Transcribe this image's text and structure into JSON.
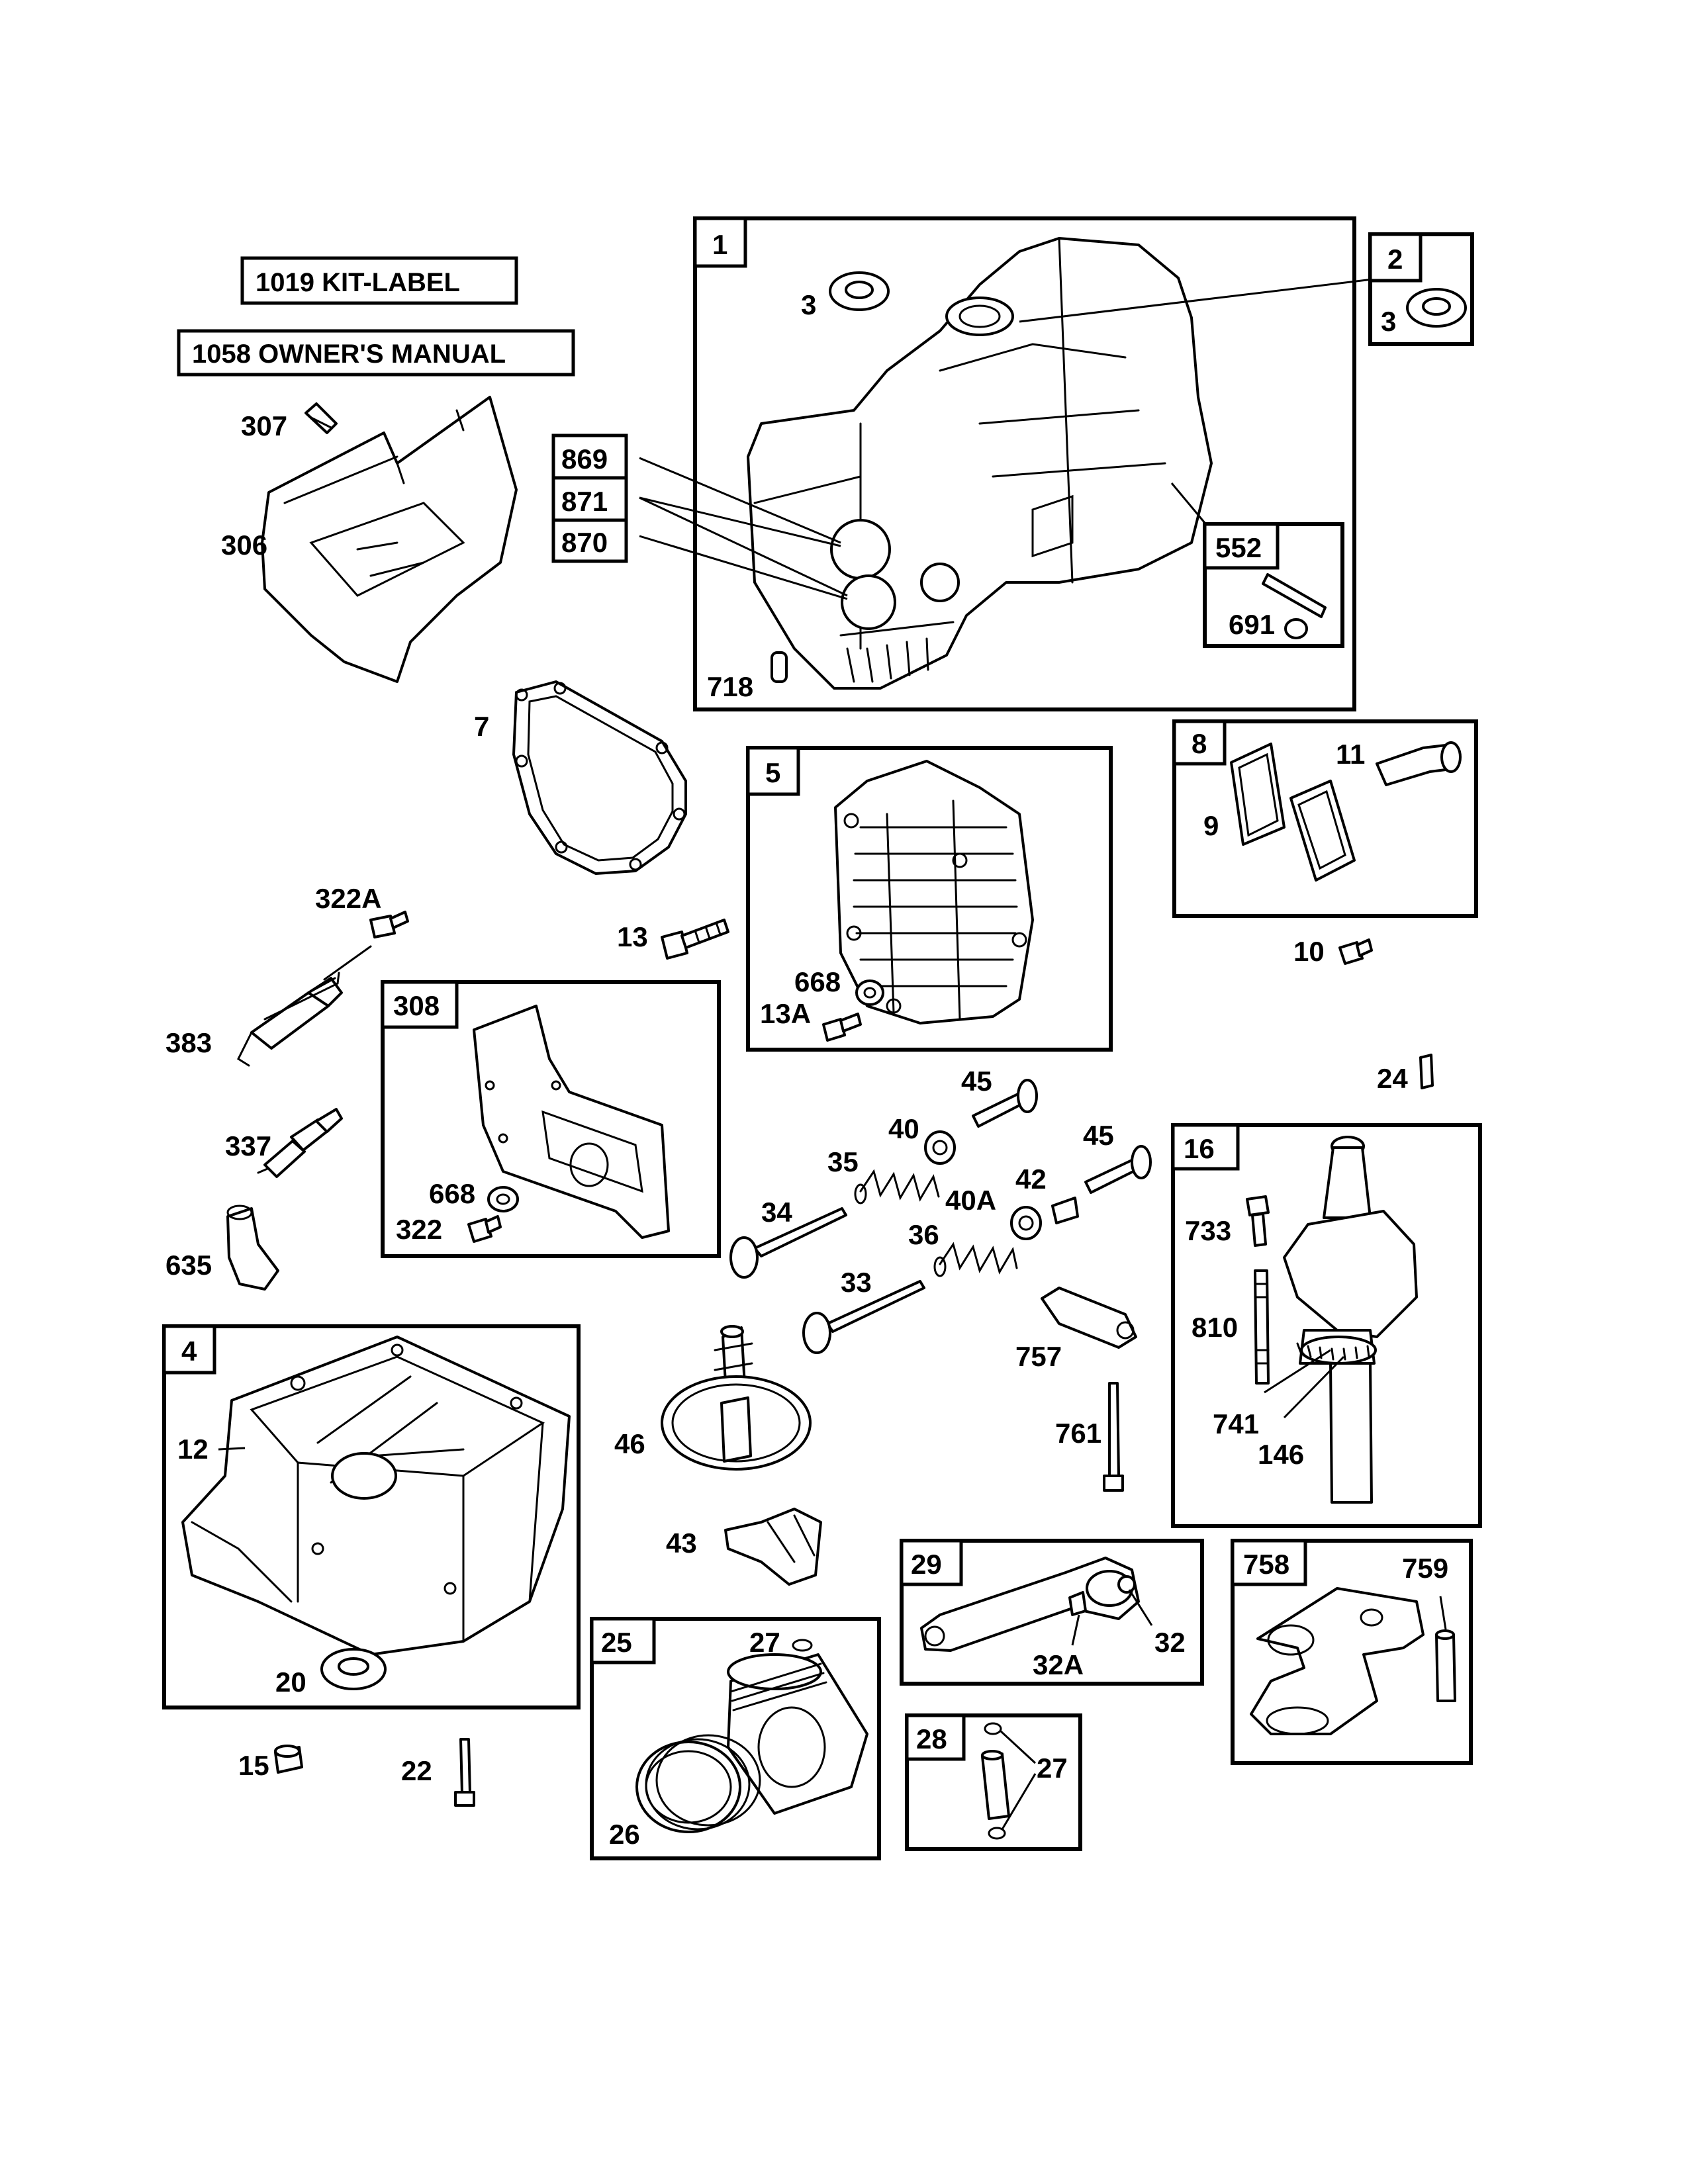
{
  "kit_labels": {
    "kit_label": "1019  KIT-LABEL",
    "owners_manual": "1058 OWNER'S MANUAL"
  },
  "box_labels": {
    "b1": "1",
    "b2": "2",
    "b4": "4",
    "b5": "5",
    "b8": "8",
    "b16": "16",
    "b25": "25",
    "b28": "28",
    "b29": "29",
    "b308": "308",
    "b552": "552",
    "b758": "758",
    "b869": "869",
    "b871": "871",
    "b870": "870"
  },
  "part_labels": {
    "p3a": "3",
    "p3b": "3",
    "p307": "307",
    "p306": "306",
    "p718": "718",
    "p691": "691",
    "p7": "7",
    "p9": "9",
    "p11": "11",
    "p10": "10",
    "p322a": "322A",
    "p13": "13",
    "p668a": "668",
    "p13a": "13A",
    "p383": "383",
    "p24": "24",
    "p45a": "45",
    "p45b": "45",
    "p40": "40",
    "p35": "35",
    "p34": "34",
    "p40a": "40A",
    "p42": "42",
    "p36": "36",
    "p33": "33",
    "p337": "337",
    "p668b": "668",
    "p322": "322",
    "p635": "635",
    "p733": "733",
    "p810": "810",
    "p757": "757",
    "p761": "761",
    "p741": "741",
    "p146": "146",
    "p12": "12",
    "p46": "46",
    "p43": "43",
    "p20": "20",
    "p15": "15",
    "p22": "22",
    "p27a": "27",
    "p26": "26",
    "p27b": "27",
    "p32a": "32A",
    "p32": "32",
    "p759": "759"
  }
}
